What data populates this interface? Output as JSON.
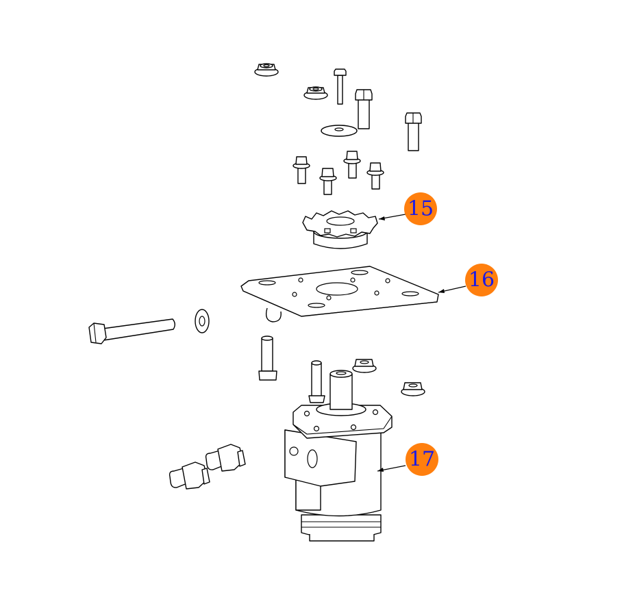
{
  "callouts": [
    {
      "id": "15",
      "label": "15"
    },
    {
      "id": "16",
      "label": "16"
    },
    {
      "id": "17",
      "label": "17"
    }
  ],
  "colors": {
    "callout_fill": "#FF7F0E",
    "callout_text": "#1A1AE6",
    "line": "#000000",
    "background": "#FFFFFF"
  }
}
